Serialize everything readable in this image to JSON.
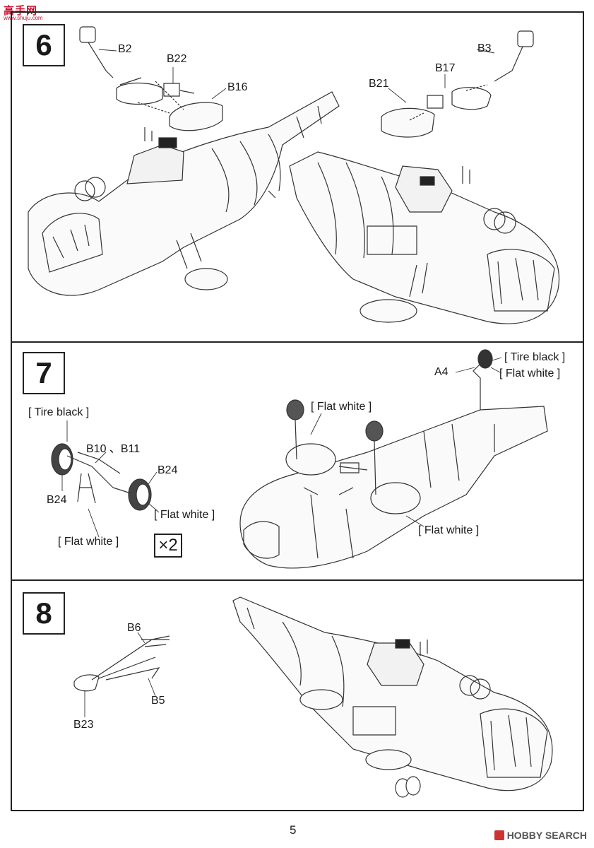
{
  "watermark": {
    "site_cn": "高手网",
    "site_url": "www.shuju.com"
  },
  "steps": [
    {
      "number": "6",
      "callouts": [
        "B2",
        "B22",
        "B16",
        "B3",
        "B17",
        "B21"
      ]
    },
    {
      "number": "7",
      "callouts": [
        "A4",
        "[ Tire black ]",
        "[ Flat white ]",
        "[ Tire black ]",
        "B10 、B11",
        "B24",
        "B24",
        "[ Flat white ]",
        "[ Flat white ]",
        "[ Flat white ]",
        "[ Flat white ]"
      ],
      "multiplier": "×2"
    },
    {
      "number": "8",
      "callouts": [
        "B6",
        "B5",
        "B23"
      ]
    }
  ],
  "page_number": "5",
  "source_badge": "HOBBY SEARCH"
}
